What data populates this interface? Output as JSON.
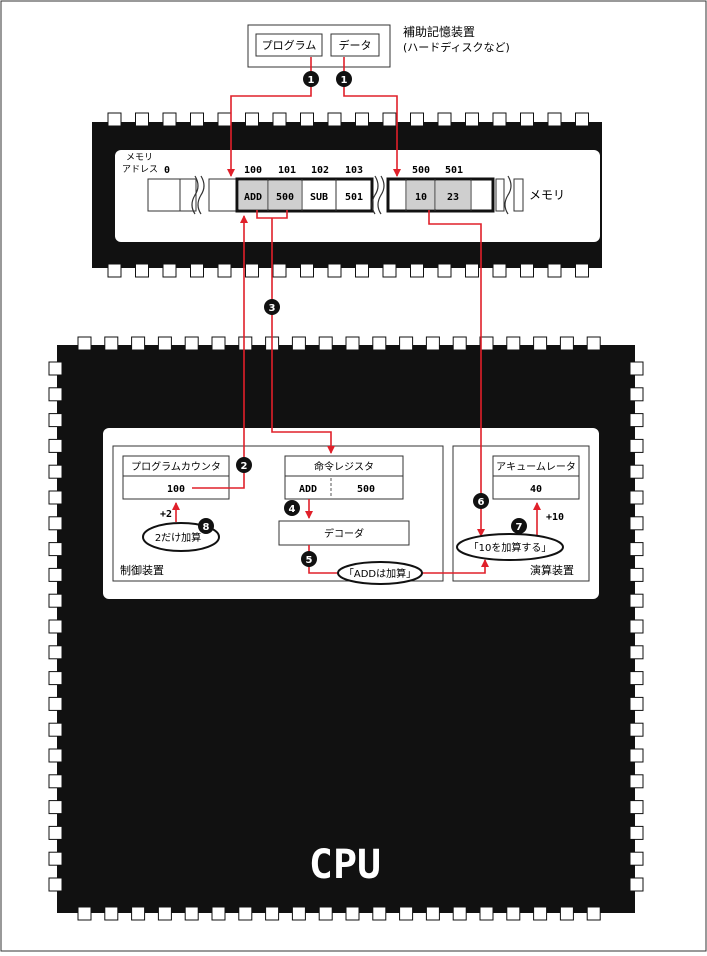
{
  "storage": {
    "label_line1": "補助記憶装置",
    "label_line2": "(ハードディスクなど)",
    "program_label": "プログラム",
    "data_label": "データ"
  },
  "memory": {
    "title": "メモリ",
    "address_label_line1": "メモリ",
    "address_label_line2": "アドレス",
    "address_zero": "0",
    "addresses": [
      "100",
      "101",
      "102",
      "103",
      "500",
      "501"
    ],
    "program_cells": [
      "ADD",
      "500",
      "SUB",
      "501"
    ],
    "data_cells": [
      "10",
      "23"
    ]
  },
  "cpu": {
    "title": "CPU",
    "control_unit_label": "制御装置",
    "alu_label": "演算装置",
    "program_counter": {
      "label": "プログラムカウンタ",
      "value": "100",
      "increment_label": "+2",
      "increment_bubble": "2だけ加算"
    },
    "instruction_register": {
      "label": "命令レジスタ",
      "opcode": "ADD",
      "operand": "500"
    },
    "decoder": {
      "label": "デコーダ",
      "result_bubble": "「ADDは加算」"
    },
    "accumulator": {
      "label": "アキュームレータ",
      "value": "40",
      "increment_label": "+10",
      "bubble": "「10を加算する」"
    }
  },
  "steps": [
    "1",
    "1",
    "2",
    "3",
    "4",
    "5",
    "6",
    "7",
    "8"
  ],
  "colors": {
    "arrow": "#e0202a",
    "chip": "#111111",
    "cell_highlight": "#cfcfcf"
  }
}
